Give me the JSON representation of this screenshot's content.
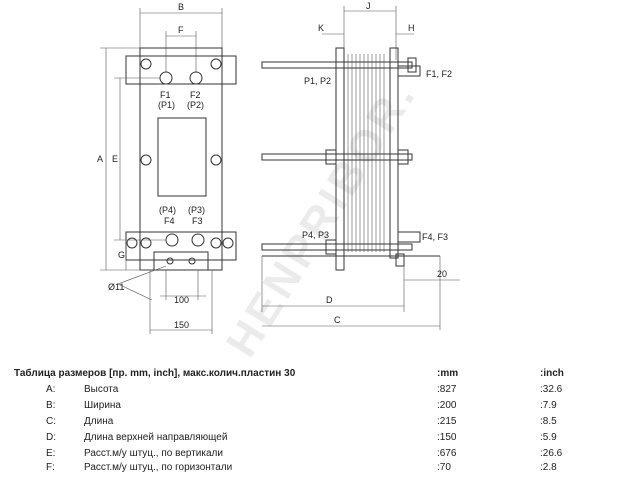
{
  "front_view": {
    "dim_B": "B",
    "dim_F": "F",
    "dim_A": "A",
    "dim_E": "E",
    "dim_G": "G",
    "dim_hole": "Ø11",
    "dim_100": "100",
    "dim_150": "150",
    "port_f1": "F1",
    "port_f1_p": "(P1)",
    "port_f2": "F2",
    "port_f2_p": "(P2)",
    "port_p4": "(P4)",
    "port_p3": "(P3)",
    "port_f4": "F4",
    "port_f3": "F3"
  },
  "side_view": {
    "dim_J": "J",
    "dim_K": "K",
    "dim_H": "H",
    "label_p1p2": "P1, P2",
    "label_f1f2": "F1, F2",
    "label_p4p3": "P4, P3",
    "label_f4f3": "F4, F3",
    "dim_D": "D",
    "dim_C": "C",
    "dim_20": "20"
  },
  "watermark": "HENPRIBOR.",
  "table": {
    "title": "Таблица размеров [пр. mm, inch],  макс.колич.пластин 30",
    "header_mm": ":mm",
    "header_inch": ":inch",
    "rows": [
      {
        "code": "A:",
        "desc": "Высота",
        "mm": ":827",
        "inch": ":32.6"
      },
      {
        "code": "B:",
        "desc": "Ширина",
        "mm": ":200",
        "inch": ":7.9"
      },
      {
        "code": "C:",
        "desc": "Длина",
        "mm": ":215",
        "inch": ":8.5"
      },
      {
        "code": "D:",
        "desc": "Длина верхней направляющей",
        "mm": ":150",
        "inch": ":5.9"
      },
      {
        "code": "E:",
        "desc": "Расст.м/у штуц., по вертикали",
        "mm": ":676",
        "inch": ":26.6"
      },
      {
        "code": "F:",
        "desc": "Расст.м/у штуц., по горизонтали",
        "mm": ":70",
        "inch": ":2.8"
      }
    ]
  }
}
